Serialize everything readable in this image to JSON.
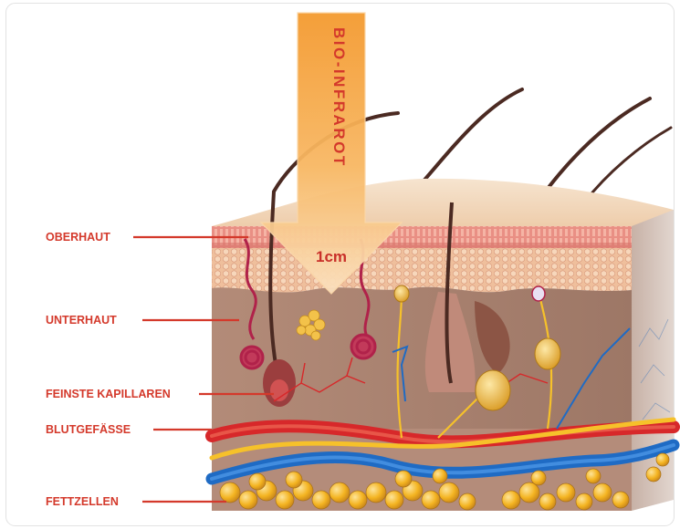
{
  "labels": {
    "oberhaut": "OBERHAUT",
    "unterhaut": "UNTERHAUT",
    "kapillaren": "FEINSTE KAPILLAREN",
    "blutgefaesse": "BLUTGEFÄSSE",
    "fettzellen": "FETTZELLEN"
  },
  "arrow": {
    "label": "BIO-INFRAROT",
    "depth": "1cm"
  },
  "colors": {
    "label_red": "#d4392b",
    "arrow_orange": "#f5a13a",
    "artery_red": "#d7282a",
    "vein_blue": "#1f6bc4",
    "fat_yellow": "#f3b51e",
    "nerve_yellow": "#f6c12a"
  }
}
